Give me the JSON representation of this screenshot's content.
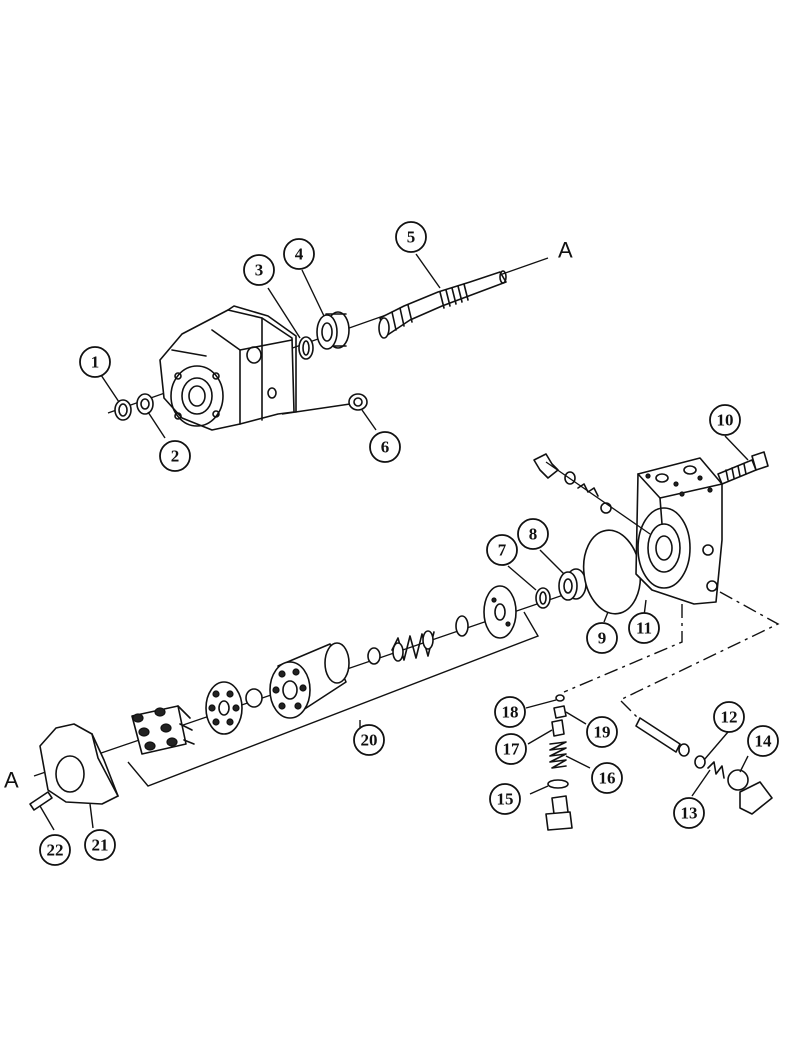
{
  "diagram": {
    "axis_labels": {
      "top": "A",
      "bottom": "A"
    },
    "callouts": [
      {
        "id": "c1",
        "label": "1"
      },
      {
        "id": "c2",
        "label": "2"
      },
      {
        "id": "c3",
        "label": "3"
      },
      {
        "id": "c4",
        "label": "4"
      },
      {
        "id": "c5",
        "label": "5"
      },
      {
        "id": "c6",
        "label": "6"
      },
      {
        "id": "c7",
        "label": "7"
      },
      {
        "id": "c8",
        "label": "8"
      },
      {
        "id": "c9",
        "label": "9"
      },
      {
        "id": "c10",
        "label": "10"
      },
      {
        "id": "c11",
        "label": "11"
      },
      {
        "id": "c12",
        "label": "12"
      },
      {
        "id": "c13",
        "label": "13"
      },
      {
        "id": "c14",
        "label": "14"
      },
      {
        "id": "c15",
        "label": "15"
      },
      {
        "id": "c16",
        "label": "16"
      },
      {
        "id": "c17",
        "label": "17"
      },
      {
        "id": "c18",
        "label": "18"
      },
      {
        "id": "c19",
        "label": "19"
      },
      {
        "id": "c20",
        "label": "20"
      },
      {
        "id": "c21",
        "label": "21"
      },
      {
        "id": "c22",
        "label": "22"
      }
    ]
  }
}
